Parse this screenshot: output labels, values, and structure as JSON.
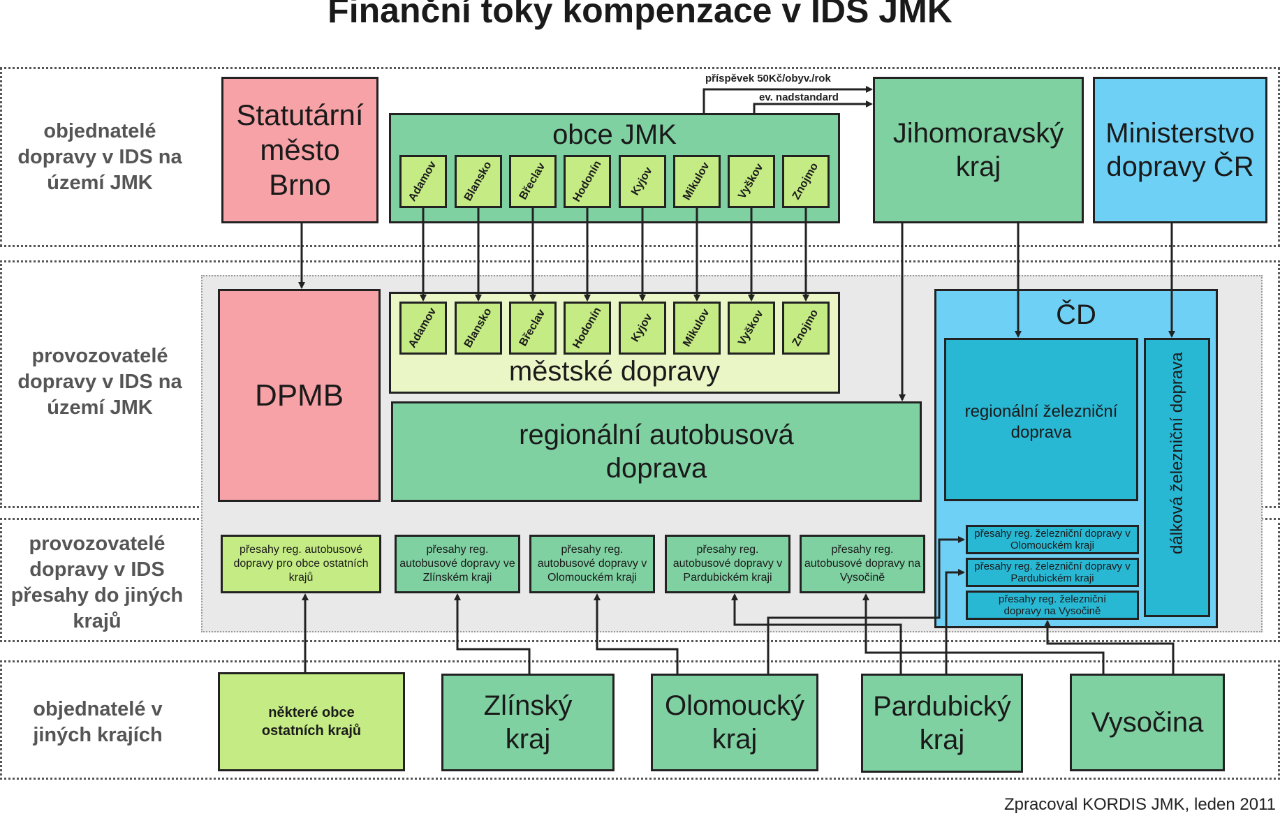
{
  "title": "Finanční toky kompenzace v IDS JMK",
  "band_labels": {
    "row1": "objednatelé dopravy v IDS na území JMK",
    "row2": "provozovatelé dopravy v IDS na území JMK",
    "row3": "provozovatelé dopravy v IDS přesahy do jiných krajů",
    "row4": "objednatelé v jiných krajích"
  },
  "boxes": {
    "brno": "Statutární město Brno",
    "obce_title": "obce JMK",
    "jmk": "Jihomoravský kraj",
    "mdcr": "Ministerstvo dopravy ČR",
    "dpmb": "DPMB",
    "mestske_title": "městské dopravy",
    "regional_bus": "regionální autobusová doprava",
    "cd": "ČD",
    "regional_rail": "regionální železniční doprava",
    "long_rail": "dálková železniční doprava",
    "bus_obce": "přesahy reg. autobusové dopravy pro obce ostatních krajů",
    "bus_zlin": "přesahy reg. autobusové dopravy ve Zlínském kraji",
    "bus_olomouc": "přesahy reg. autobusové dopravy v Olomouckém kraji",
    "bus_pardubice": "přesahy reg. autobusové dopravy v Pardubickém kraji",
    "bus_vysocina": "přesahy reg. autobusové dopravy na Vysočině",
    "rail_olomouc": "přesahy reg. železniční dopravy v Olomouckém kraji",
    "rail_pardubice": "přesahy reg. železniční dopravy v Pardubickém kraji",
    "rail_vysocina": "přesahy reg. železniční dopravy na Vysočině",
    "other_obce": "některé obce ostatních krajů",
    "zlinsky": "Zlínský kraj",
    "olomoucky": "Olomoucký kraj",
    "pardubicky": "Pardubický kraj",
    "vysocina": "Vysočina"
  },
  "towns": [
    "Adamov",
    "Blansko",
    "Břeclav",
    "Hodonín",
    "Kyjov",
    "Mikulov",
    "Vyškov",
    "Znojmo"
  ],
  "arrow_labels": {
    "contribution": "příspěvek 50Kč/obyv./rok",
    "extra": "ev. nadstandard"
  },
  "footer": "Zpracoval KORDIS JMK, leden 2011",
  "colors": {
    "pink": "#f7a2a6",
    "green": "#7fd1a2",
    "lime": "#c5ec84",
    "light_lime": "#eaf6c6",
    "blue": "#6fd0f5",
    "teal": "#29b8d4"
  }
}
